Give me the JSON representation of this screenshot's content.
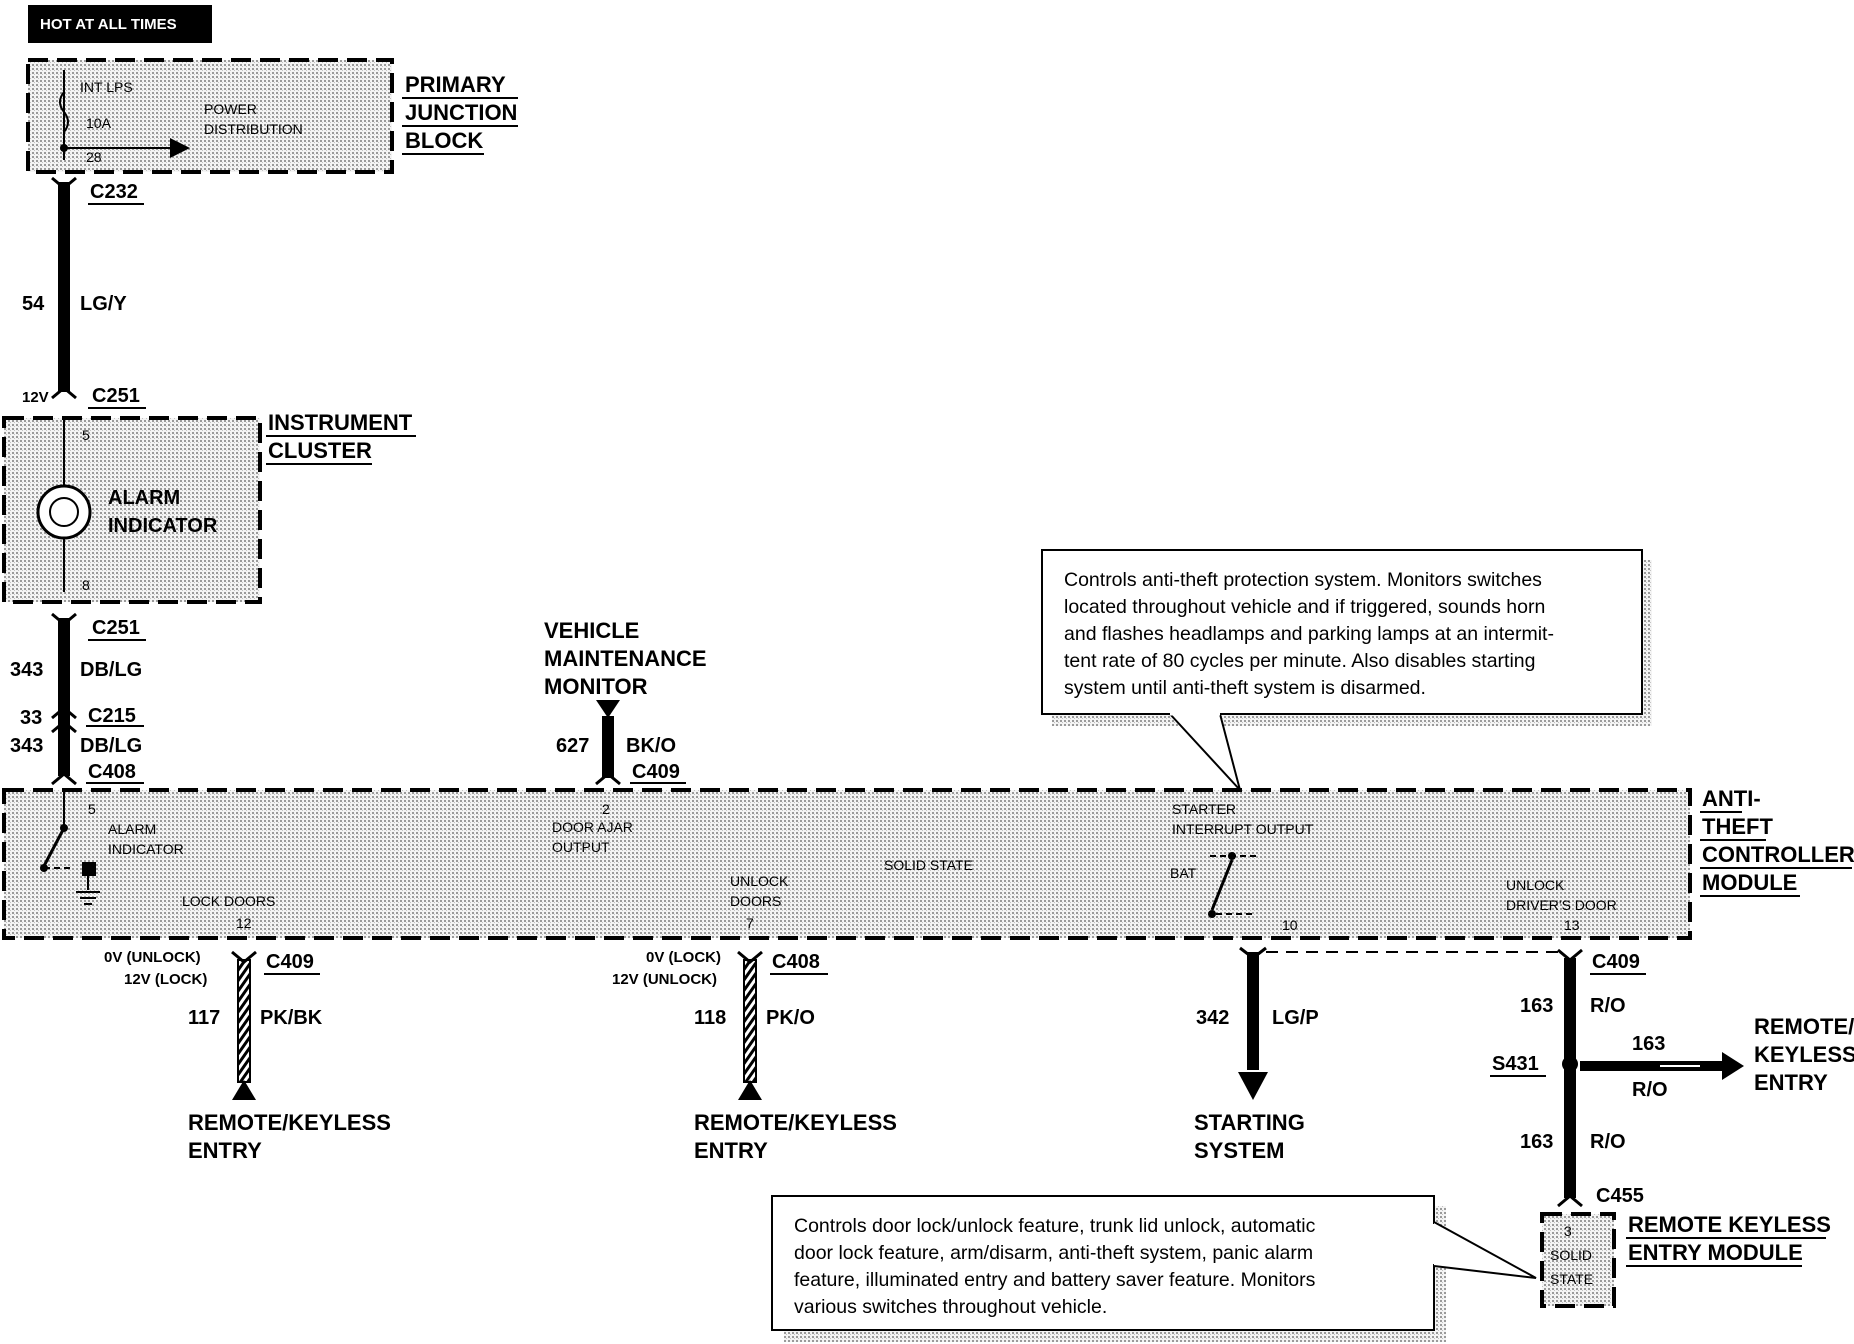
{
  "header": {
    "hot_at_all_times": "HOT AT ALL TIMES"
  },
  "primary_junction_block": {
    "title_lines": [
      "PRIMARY",
      "JUNCTION",
      "BLOCK"
    ],
    "fuse_name": "INT LPS",
    "fuse_rating": "10A",
    "fuse_pin": "28",
    "power_distribution_lines": [
      "POWER",
      "DISTRIBUTION"
    ]
  },
  "instrument_cluster": {
    "title_lines": [
      "INSTRUMENT",
      "CLUSTER"
    ],
    "alarm_lines": [
      "ALARM",
      "INDICATOR"
    ],
    "pin_top": "5",
    "pin_bottom": "8"
  },
  "anti_theft_module": {
    "title_lines": [
      "ANTI-",
      "THEFT",
      "CONTROLLER",
      "MODULE"
    ],
    "alarm_pin": "5",
    "alarm_lines": [
      "ALARM",
      "INDICATOR"
    ],
    "door_ajar_pin": "2",
    "door_ajar_lines": [
      "DOOR AJAR",
      "OUTPUT"
    ],
    "lock_doors_label": "LOCK DOORS",
    "lock_doors_pin": "12",
    "unlock_doors_lines": [
      "UNLOCK",
      "DOORS"
    ],
    "unlock_doors_pin": "7",
    "solid_state": "SOLID STATE",
    "starter_lines": [
      "STARTER",
      "INTERRUPT OUTPUT"
    ],
    "bat_label": "BAT",
    "starter_pin": "10",
    "unlock_driver_lines": [
      "UNLOCK",
      "DRIVER'S DOOR"
    ],
    "unlock_driver_pin": "13"
  },
  "connectors": {
    "c232": "C232",
    "c251_top": "C251",
    "c251_bottom": "C251",
    "c215": "C215",
    "c408_top": "C408",
    "c409_vmm": "C409",
    "c409_lock": "C409",
    "c408_unlock": "C408",
    "c409_driver": "C409",
    "s431": "S431",
    "c455": "C455"
  },
  "wires": {
    "w54": {
      "circuit": "54",
      "color": "LG/Y"
    },
    "voltage_12v": "12V",
    "w343a": {
      "circuit": "343",
      "color": "DB/LG"
    },
    "w33": {
      "circuit": "33"
    },
    "w343b": {
      "circuit": "343",
      "color": "DB/LG"
    },
    "w627": {
      "circuit": "627",
      "color": "BK/O"
    },
    "w117": {
      "circuit": "117",
      "color": "PK/BK",
      "states": [
        "0V (UNLOCK)",
        "12V (LOCK)"
      ]
    },
    "w118": {
      "circuit": "118",
      "color": "PK/O",
      "states": [
        "0V (LOCK)",
        "12V (UNLOCK)"
      ]
    },
    "w342": {
      "circuit": "342",
      "color": "LG/P"
    },
    "w163a": {
      "circuit": "163",
      "color": "R/O"
    },
    "w163b": {
      "circuit": "163",
      "color": "R/O"
    },
    "w163c": {
      "circuit": "163",
      "color": "R/O"
    }
  },
  "destinations": {
    "vehicle_maintenance_monitor": [
      "VEHICLE",
      "MAINTENANCE",
      "MONITOR"
    ],
    "remote_keyless_entry_1": [
      "REMOTE/KEYLESS",
      "ENTRY"
    ],
    "remote_keyless_entry_2": [
      "REMOTE/KEYLESS",
      "ENTRY"
    ],
    "starting_system": [
      "STARTING",
      "SYSTEM"
    ],
    "remote_keyless_entry_3": [
      "REMOTE/",
      "KEYLESS",
      "ENTRY"
    ]
  },
  "remote_keyless_entry_module": {
    "title_lines": [
      "REMOTE KEYLESS",
      "ENTRY MODULE"
    ],
    "pin": "3",
    "solid_state_lines": [
      "SOLID",
      "STATE"
    ]
  },
  "callouts": {
    "anti_theft": [
      "Controls anti-theft protection system.  Monitors switches",
      "located throughout vehicle and if triggered, sounds horn",
      "and flashes headlamps and parking lamps at an intermit-",
      "tent rate of 80 cycles per minute.  Also disables starting",
      "system until anti-theft system is disarmed."
    ],
    "remote_keyless": [
      "Controls door lock/unlock feature, trunk lid unlock, automatic",
      "door lock feature, arm/disarm, anti-theft system, panic alarm",
      "feature, illuminated entry and battery saver feature.  Monitors",
      "various switches throughout vehicle."
    ]
  }
}
